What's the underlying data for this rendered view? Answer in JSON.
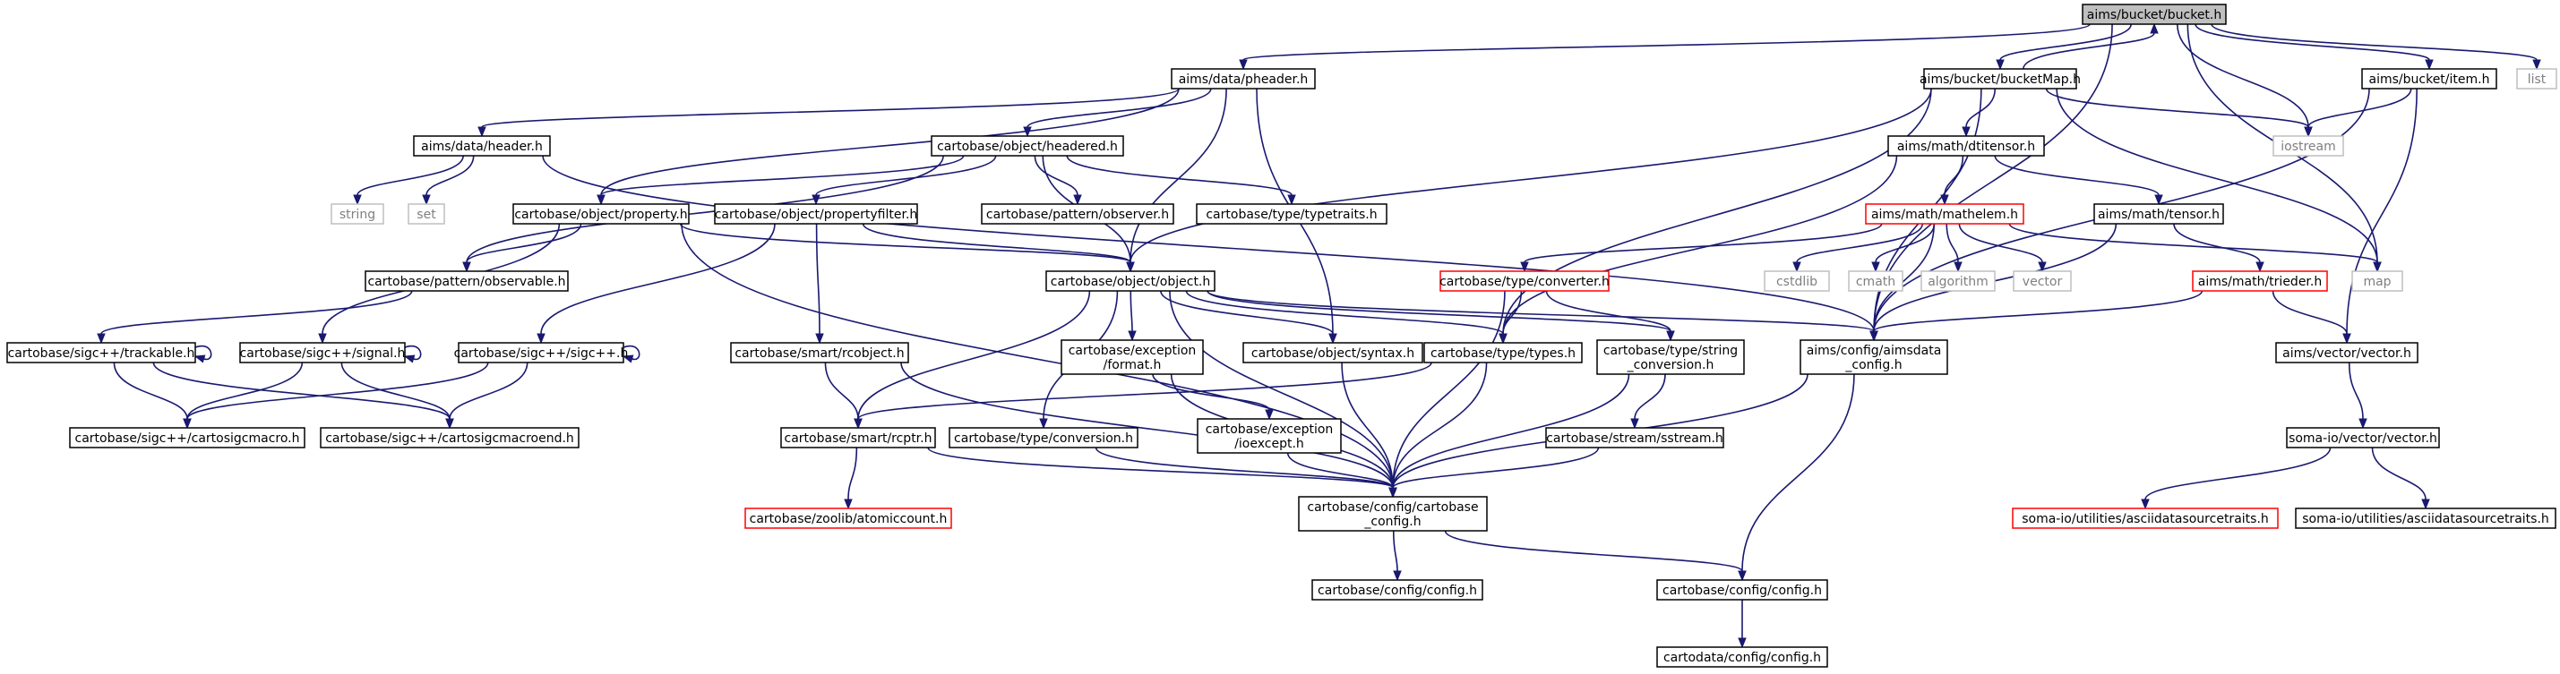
{
  "colors": {
    "edge": "#191970",
    "node_border": "#000000",
    "node_border_missing": "#bfbfbf",
    "node_border_truncated": "#ff0000",
    "root_fill": "#bfbfbf",
    "node_fill": "#ffffff",
    "text": "#000000",
    "text_missing": "#7f7f7f"
  },
  "nodes": [
    {
      "id": "bucket",
      "label": "aims/bucket/bucket.h",
      "style": "root"
    },
    {
      "id": "pheader",
      "label": "aims/data/pheader.h",
      "style": "normal"
    },
    {
      "id": "bucketmap",
      "label": "aims/bucket/bucketMap.h",
      "style": "normal"
    },
    {
      "id": "item",
      "label": "aims/bucket/item.h",
      "style": "normal"
    },
    {
      "id": "list",
      "label": "list",
      "style": "missing"
    },
    {
      "id": "header",
      "label": "aims/data/header.h",
      "style": "normal"
    },
    {
      "id": "headered",
      "label": "cartobase/object/headered.h",
      "style": "normal"
    },
    {
      "id": "dtitensor",
      "label": "aims/math/dtitensor.h",
      "style": "normal"
    },
    {
      "id": "iostream",
      "label": "iostream",
      "style": "missing"
    },
    {
      "id": "string",
      "label": "string",
      "style": "missing"
    },
    {
      "id": "set",
      "label": "set",
      "style": "missing"
    },
    {
      "id": "property",
      "label": "cartobase/object/property.h",
      "style": "normal"
    },
    {
      "id": "propertyfilter",
      "label": "cartobase/object/propertyfilter.h",
      "style": "normal"
    },
    {
      "id": "observer",
      "label": "cartobase/pattern/observer.h",
      "style": "normal"
    },
    {
      "id": "typetraits",
      "label": "cartobase/type/typetraits.h",
      "style": "normal"
    },
    {
      "id": "mathelem",
      "label": "aims/math/mathelem.h",
      "style": "truncated"
    },
    {
      "id": "tensor",
      "label": "aims/math/tensor.h",
      "style": "normal"
    },
    {
      "id": "observable",
      "label": "cartobase/pattern/observable.h",
      "style": "normal"
    },
    {
      "id": "object",
      "label": "cartobase/object/object.h",
      "style": "normal"
    },
    {
      "id": "converter",
      "label": "cartobase/type/converter.h",
      "style": "truncated"
    },
    {
      "id": "cstdlib",
      "label": "cstdlib",
      "style": "missing"
    },
    {
      "id": "cmath",
      "label": "cmath",
      "style": "missing"
    },
    {
      "id": "algorithm",
      "label": "algorithm",
      "style": "missing"
    },
    {
      "id": "vector",
      "label": "vector",
      "style": "missing"
    },
    {
      "id": "map",
      "label": "map",
      "style": "missing"
    },
    {
      "id": "trieder",
      "label": "aims/math/trieder.h",
      "style": "truncated"
    },
    {
      "id": "trackable",
      "label": "cartobase/sigc++/trackable.h",
      "style": "normal"
    },
    {
      "id": "signal",
      "label": "cartobase/sigc++/signal.h",
      "style": "normal"
    },
    {
      "id": "sigcpp",
      "label": "cartobase/sigc++/sigc++.h",
      "style": "normal"
    },
    {
      "id": "rcobject",
      "label": "cartobase/smart/rcobject.h",
      "style": "normal"
    },
    {
      "id": "format",
      "label": [
        "cartobase/exception",
        "/format.h"
      ],
      "style": "normal"
    },
    {
      "id": "syntax",
      "label": "cartobase/object/syntax.h",
      "style": "normal"
    },
    {
      "id": "types",
      "label": "cartobase/type/types.h",
      "style": "normal"
    },
    {
      "id": "strconv",
      "label": [
        "cartobase/type/string",
        "_conversion.h"
      ],
      "style": "normal"
    },
    {
      "id": "aimsdataconfig",
      "label": [
        "aims/config/aimsdata",
        "_config.h"
      ],
      "style": "normal"
    },
    {
      "id": "aimsvector",
      "label": "aims/vector/vector.h",
      "style": "normal"
    },
    {
      "id": "cartosigcmacro",
      "label": "cartobase/sigc++/cartosigcmacro.h",
      "style": "normal"
    },
    {
      "id": "cartosigcmacroend",
      "label": "cartobase/sigc++/cartosigcmacroend.h",
      "style": "normal"
    },
    {
      "id": "rcptr",
      "label": "cartobase/smart/rcptr.h",
      "style": "normal"
    },
    {
      "id": "conversion",
      "label": "cartobase/type/conversion.h",
      "style": "normal"
    },
    {
      "id": "ioexcept",
      "label": [
        "cartobase/exception",
        "/ioexcept.h"
      ],
      "style": "normal"
    },
    {
      "id": "sstream",
      "label": "cartobase/stream/sstream.h",
      "style": "normal"
    },
    {
      "id": "somavector",
      "label": "soma-io/vector/vector.h",
      "style": "normal"
    },
    {
      "id": "atomiccount",
      "label": "cartobase/zoolib/atomiccount.h",
      "style": "truncated"
    },
    {
      "id": "cartobaseconfig",
      "label": [
        "cartobase/config/cartobase",
        "_config.h"
      ],
      "style": "normal"
    },
    {
      "id": "asciitraits_red",
      "label": "soma-io/utilities/asciidatasourcetraits.h",
      "style": "truncated"
    },
    {
      "id": "asciitraits",
      "label": "soma-io/utilities/asciidatasourcetraits.h",
      "style": "normal"
    },
    {
      "id": "cbconfig",
      "label": "cartobase/config/config.h",
      "style": "normal"
    },
    {
      "id": "cbconfig2",
      "label": "cartobase/config/config.h",
      "style": "normal"
    },
    {
      "id": "cdconfig",
      "label": "cartodata/config/config.h",
      "style": "normal"
    }
  ],
  "edges": [
    [
      "bucket",
      "pheader"
    ],
    [
      "bucket",
      "bucketmap"
    ],
    [
      "bucket",
      "item"
    ],
    [
      "bucket",
      "list"
    ],
    [
      "bucket",
      "iostream"
    ],
    [
      "bucket",
      "map"
    ],
    [
      "bucket",
      "aimsdataconfig"
    ],
    [
      "bucketmap",
      "bucket"
    ],
    [
      "pheader",
      "header"
    ],
    [
      "pheader",
      "headered"
    ],
    [
      "pheader",
      "property"
    ],
    [
      "pheader",
      "object"
    ],
    [
      "pheader",
      "syntax"
    ],
    [
      "bucketmap",
      "dtitensor"
    ],
    [
      "bucketmap",
      "iostream"
    ],
    [
      "bucketmap",
      "map"
    ],
    [
      "bucketmap",
      "aimsdataconfig"
    ],
    [
      "bucketmap",
      "object"
    ],
    [
      "bucketmap",
      "types"
    ],
    [
      "item",
      "iostream"
    ],
    [
      "item",
      "aimsvector"
    ],
    [
      "item",
      "aimsdataconfig"
    ],
    [
      "header",
      "string"
    ],
    [
      "header",
      "set"
    ],
    [
      "header",
      "aimsdataconfig"
    ],
    [
      "headered",
      "observer"
    ],
    [
      "headered",
      "typetraits"
    ],
    [
      "headered",
      "property"
    ],
    [
      "headered",
      "propertyfilter"
    ],
    [
      "headered",
      "observable"
    ],
    [
      "headered",
      "object"
    ],
    [
      "dtitensor",
      "mathelem"
    ],
    [
      "dtitensor",
      "tensor"
    ],
    [
      "dtitensor",
      "types"
    ],
    [
      "property",
      "observable"
    ],
    [
      "property",
      "object"
    ],
    [
      "property",
      "signal"
    ],
    [
      "property",
      "cartobaseconfig"
    ],
    [
      "propertyfilter",
      "object"
    ],
    [
      "propertyfilter",
      "sigcpp"
    ],
    [
      "propertyfilter",
      "rcobject"
    ],
    [
      "mathelem",
      "converter"
    ],
    [
      "mathelem",
      "cstdlib"
    ],
    [
      "mathelem",
      "cmath"
    ],
    [
      "mathelem",
      "algorithm"
    ],
    [
      "mathelem",
      "vector"
    ],
    [
      "mathelem",
      "map"
    ],
    [
      "mathelem",
      "aimsdataconfig"
    ],
    [
      "tensor",
      "trieder"
    ],
    [
      "tensor",
      "aimsdataconfig"
    ],
    [
      "trieder",
      "aimsvector"
    ],
    [
      "trieder",
      "aimsdataconfig"
    ],
    [
      "observable",
      "trackable"
    ],
    [
      "object",
      "syntax"
    ],
    [
      "object",
      "types"
    ],
    [
      "object",
      "strconv"
    ],
    [
      "object",
      "format"
    ],
    [
      "object",
      "conversion"
    ],
    [
      "object",
      "rcptr"
    ],
    [
      "object",
      "cartobaseconfig"
    ],
    [
      "object",
      "aimsdataconfig"
    ],
    [
      "converter",
      "types"
    ],
    [
      "converter",
      "strconv"
    ],
    [
      "converter",
      "cartobaseconfig"
    ],
    [
      "trackable",
      "trackable"
    ],
    [
      "trackable",
      "cartosigcmacro"
    ],
    [
      "trackable",
      "cartosigcmacroend"
    ],
    [
      "signal",
      "signal"
    ],
    [
      "signal",
      "cartosigcmacro"
    ],
    [
      "signal",
      "cartosigcmacroend"
    ],
    [
      "sigcpp",
      "sigcpp"
    ],
    [
      "sigcpp",
      "cartosigcmacro"
    ],
    [
      "sigcpp",
      "cartosigcmacroend"
    ],
    [
      "rcobject",
      "rcptr"
    ],
    [
      "rcobject",
      "cartobaseconfig"
    ],
    [
      "format",
      "ioexcept"
    ],
    [
      "format",
      "cartobaseconfig"
    ],
    [
      "syntax",
      "cartobaseconfig"
    ],
    [
      "types",
      "rcptr"
    ],
    [
      "types",
      "cartobaseconfig"
    ],
    [
      "strconv",
      "sstream"
    ],
    [
      "strconv",
      "cartobaseconfig"
    ],
    [
      "aimsdataconfig",
      "cartobaseconfig"
    ],
    [
      "aimsdataconfig",
      "cbconfig2"
    ],
    [
      "aimsvector",
      "somavector"
    ],
    [
      "rcptr",
      "atomiccount"
    ],
    [
      "rcptr",
      "cartobaseconfig"
    ],
    [
      "conversion",
      "cartobaseconfig"
    ],
    [
      "ioexcept",
      "cartobaseconfig"
    ],
    [
      "sstream",
      "cartobaseconfig"
    ],
    [
      "somavector",
      "asciitraits_red"
    ],
    [
      "somavector",
      "asciitraits"
    ],
    [
      "cartobaseconfig",
      "cbconfig"
    ],
    [
      "cartobaseconfig",
      "cbconfig2"
    ],
    [
      "cbconfig2",
      "cdconfig"
    ]
  ]
}
